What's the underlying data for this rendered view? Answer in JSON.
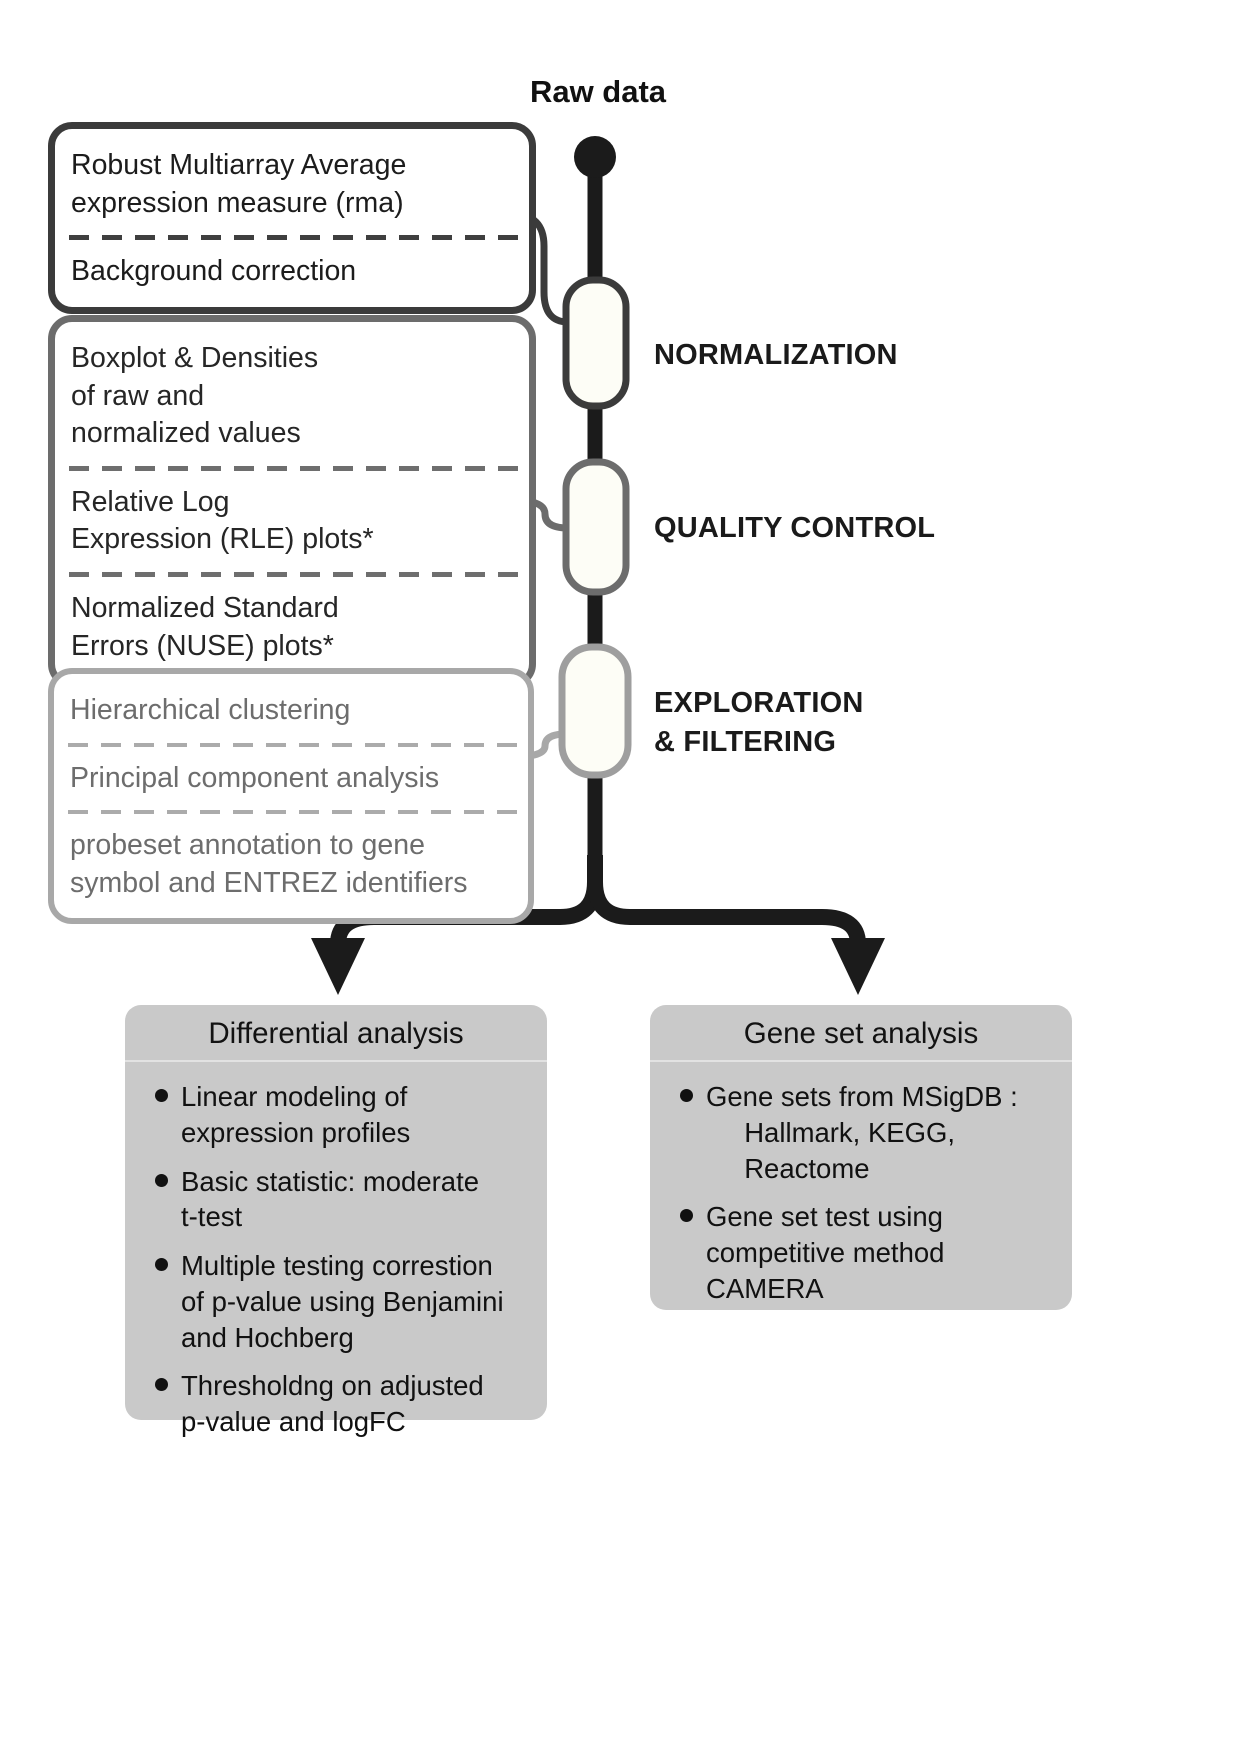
{
  "header": {
    "raw_data_label": "Raw data"
  },
  "stages": [
    {
      "label": "NORMALIZATION",
      "items": [
        "Robust Multiarray Average\nexpression measure (rma)",
        "Background correction"
      ]
    },
    {
      "label": "QUALITY CONTROL",
      "items": [
        "Boxplot & Densities\nof raw and\nnormalized values",
        "Relative Log\nExpression (RLE) plots*",
        "Normalized Standard\nErrors (NUSE) plots*"
      ]
    },
    {
      "label": "EXPLORATION\n& FILTERING",
      "items": [
        "Hierarchical clustering",
        "Principal component analysis",
        "probeset annotation to gene\nsymbol and ENTREZ identifiers"
      ]
    }
  ],
  "outputs": [
    {
      "title": "Differential analysis",
      "bullets": [
        "Linear modeling of\nexpression profiles",
        "Basic statistic: moderate\nt-test",
        "Multiple testing correstion\nof p-value using Benjamini\nand Hochberg",
        "Thresholdng on adjusted\np-value and logFC"
      ]
    },
    {
      "title": "Gene set analysis",
      "bullets": [
        "Gene sets from MSigDB :\n     Hallmark, KEGG,\n     Reactome",
        "Gene set test using\ncompetitive method\nCAMERA"
      ]
    }
  ],
  "colors": {
    "trunk": "#1b1b1b",
    "stage1_border": "#3b3b3b",
    "stage2_border": "#6c6c6c",
    "stage3_border": "#a8a8a8",
    "output_box_fill": "#c9c9c9"
  }
}
